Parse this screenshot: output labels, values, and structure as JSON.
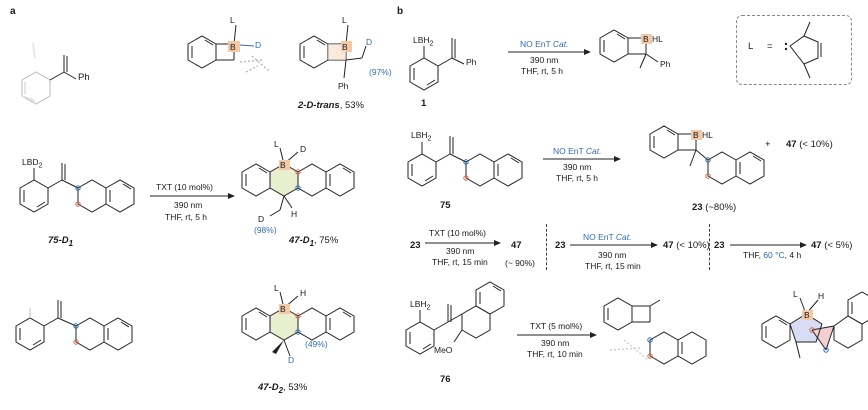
{
  "panels": {
    "a": "a",
    "b": "b"
  },
  "panel_a": {
    "row1": {
      "ph_label": "Ph",
      "mid_L": "L",
      "mid_B": "B",
      "mid_D": "D",
      "prod_L": "L",
      "prod_B": "B",
      "prod_D": "D",
      "prod_pct": "(97%)",
      "prod_ph": "Ph",
      "caption_compound": "2-D-trans",
      "caption_yield": ", 53%"
    },
    "row2": {
      "sm_BD2": "LBD",
      "sm_BD2_sub": "2",
      "sm_label": "75-D",
      "sm_label_sub": "1",
      "arrow_top": "TXT (10 mol%)",
      "arrow_mid": "390 nm",
      "arrow_bot": "THF, rt, 5 h",
      "prod_L": "L",
      "prod_B": "B",
      "prod_D": "D",
      "prod_D2": "D",
      "prod_H": "H",
      "prod_pct": "(98%)",
      "caption_compound": "47-D",
      "caption_sub": "1",
      "caption_yield": ", 75%"
    },
    "row3": {
      "prod_L": "L",
      "prod_B": "B",
      "prod_H": "H",
      "prod_D": "D",
      "prod_pct": "(49%)",
      "caption_compound": "47-D",
      "caption_sub": "2",
      "caption_yield": ", 53%"
    }
  },
  "panel_b": {
    "row1": {
      "sm_LBH2": "LBH",
      "sm_LBH2_sub": "2",
      "sm_ph": "Ph",
      "sm_label": "1",
      "arrow_top_prefix": "NO EnT ",
      "arrow_top_cat": "Cat.",
      "arrow_mid": "390 nm",
      "arrow_bot": "THF, rt, 5 h",
      "prod_B": "B",
      "prod_HL": "HL",
      "prod_ph": "Ph",
      "L_def": "L",
      "equals": "="
    },
    "row2": {
      "sm_LBH2": "LBH",
      "sm_LBH2_sub": "2",
      "sm_label": "75",
      "arrow_top_prefix": "NO EnT ",
      "arrow_top_cat": "Cat.",
      "arrow_mid": "390 nm",
      "arrow_bot": "THF,  rt, 5 h",
      "prod_B": "B",
      "prod_HL": "HL",
      "prod_label": "23",
      "prod_yield": " (~80%)",
      "plus": "+",
      "side_label": "47",
      "side_yield": " (< 10%)"
    },
    "row3": {
      "e1_sm": "23",
      "e1_top": "TXT (10 mol%)",
      "e1_mid": "390 nm",
      "e1_bot": "THF, rt, 15 min",
      "e1_prod": "47",
      "e1_yield": "(~ 90%)",
      "e2_sm": "23",
      "e2_top_prefix": "NO EnT ",
      "e2_top_cat": "Cat.",
      "e2_mid": "390 nm",
      "e2_bot": "THF, rt, 15 min",
      "e2_prod": "47",
      "e2_yield": " (< 10%)",
      "e3_sm": "23",
      "e3_bot_prefix": "THF, ",
      "e3_bot_temp": "60 °C",
      "e3_bot_suffix": ", 4 h",
      "e3_prod": "47",
      "e3_yield": " (< 5%)"
    },
    "row4": {
      "sm_LBH2": "LBH",
      "sm_LBH2_sub": "2",
      "sm_OMe": "MeO",
      "sm_label": "76",
      "arrow_top": "TXT (5 mol%)",
      "arrow_mid": "390 nm",
      "arrow_bot": "THF, rt, 10 min",
      "prod_L": "L",
      "prod_B": "B",
      "prod_H": "H"
    }
  }
}
